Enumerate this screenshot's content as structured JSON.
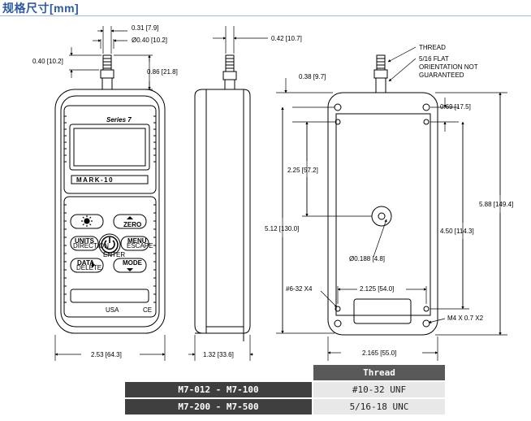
{
  "title": "规格尺寸[mm]",
  "dimensions": {
    "d_031": "0.31 [7.9]",
    "d_dia040": "Ø0.40 [10.2]",
    "d_040": "0.40 [10.2]",
    "d_086": "0.86 [21.8]",
    "d_042": "0.42 [10.7]",
    "d_038": "0.38 [9.7]",
    "d_069": "0.69 [17.5]",
    "d_225": "2.25 [57.2]",
    "d_512": "5.12 [130.0]",
    "d_450": "4.50 [114.3]",
    "d_588": "5.88 [149.4]",
    "d_dia0188": "Ø0.188 [4.8]",
    "d_2125": "2.125 [54.0]",
    "d_253": "2.53 [64.3]",
    "d_132": "1.32 [33.6]",
    "d_2165": "2.165 [55.0]"
  },
  "notes": {
    "thread": "THREAD",
    "flat_1": "5/16 FLAT",
    "flat_2": "ORIENTATION NOT",
    "flat_3": "GUARANTEED",
    "screw_left": "#6-32 X4",
    "screw_right": "M4 X 0.7 X2"
  },
  "device": {
    "series": "Series 7",
    "brand": "MARK-10",
    "btn_zero": "ZERO",
    "btn_units": "UNITS",
    "btn_units_sub": "DIRECTION",
    "btn_menu": "MENU",
    "btn_menu_sub": "ESCAPE",
    "btn_enter": "ENTER",
    "btn_data": "DATA",
    "btn_data_sub": "DELETE",
    "btn_mode": "MODE",
    "usa": "USA",
    "ce": "CE"
  },
  "table": {
    "header": "Thread",
    "rows": [
      {
        "model": "M7-012 - M7-100",
        "thread": "#10-32 UNF"
      },
      {
        "model": "M7-200 - M7-500",
        "thread": "5/16-18 UNC"
      }
    ]
  }
}
